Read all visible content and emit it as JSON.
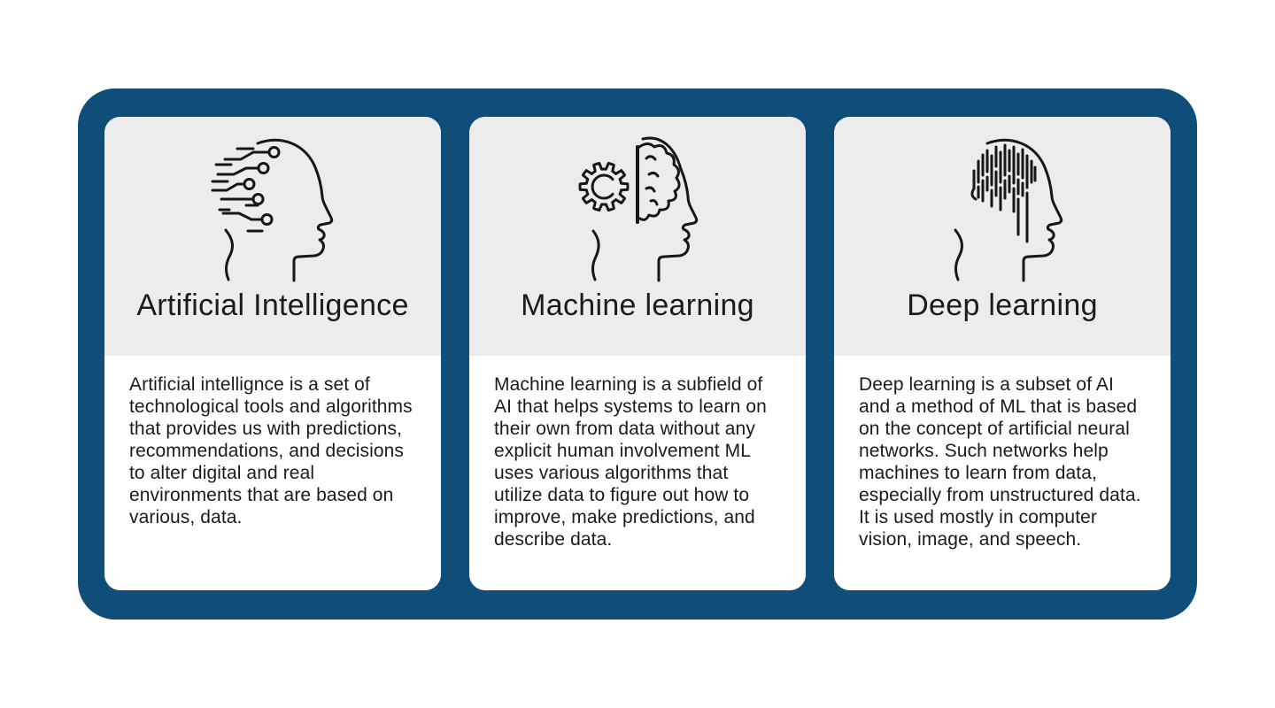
{
  "panel": {
    "background_color": "#0e4e78",
    "card_header_background": "#ececec",
    "card_body_background": "#ffffff",
    "text_color": "#1b1b1b"
  },
  "cards": [
    {
      "title": "Artificial Intelligence",
      "icon": "ai-circuit-head-icon",
      "description": "Artificial intellignce is a set of technological tools and algorithms that provides us with predictions, recommendations, and decisions to alter digital and real environments that are based on various, data."
    },
    {
      "title": "Machine learning",
      "icon": "gear-brain-head-icon",
      "description": "Machine learning is a subfield of AI that helps systems to learn on their own from data without any explicit human involvement ML uses various algorithms that utilize data to figure out how to improve, make predictions, and describe data."
    },
    {
      "title": "Deep learning",
      "icon": "circuit-brain-head-icon",
      "description": "Deep learning is a subset of AI and a method of ML that is based on the concept of artificial neural networks. Such networks help machines to learn from data, especially from unstructured data. It is used mostly in computer vision, image, and speech."
    }
  ]
}
